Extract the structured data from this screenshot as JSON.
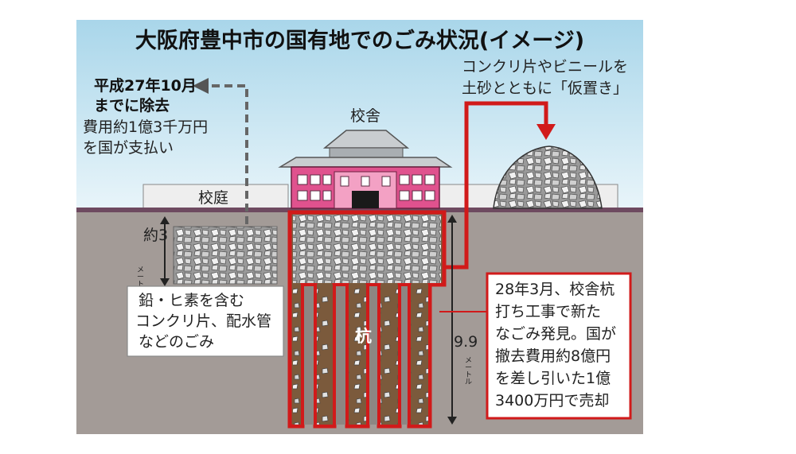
{
  "title": "大阪府豊中市の国有地でのごみ状況(イメージ)",
  "labels": {
    "removal_line1": "平成27年10月",
    "removal_line2": "までに除去",
    "removal_line3": "費用約1億3千万円",
    "removal_line4": "を国が支払い",
    "temp_line1": "コンクリ片やビニールを",
    "temp_line2": "土砂とともに「仮置き」",
    "school_building": "校舎",
    "schoolyard": "校庭",
    "depth_shallow": "約3",
    "depth_shallow_unit": "メートル",
    "depth_deep": "9.9",
    "depth_deep_unit": "メートル",
    "pile": "杭",
    "waste_line1": "鉛・ヒ素を含む",
    "waste_line2": "コンクリ片、配水管",
    "waste_line3": "などのごみ",
    "found_line1": "28年3月、校舎杭",
    "found_line2": "打ち工事で新た",
    "found_line3": "なごみ発見。国が",
    "found_line4": "撤去費用約8億円",
    "found_line5": "を差し引いた1億",
    "found_line6": "3400万円で売却"
  },
  "colors": {
    "sky": "#bfe0ee",
    "soil": "#a39b97",
    "ground_line": "#6e4a60",
    "building_pink": "#e0528e",
    "roof_gray": "#bfc3c6",
    "highlight_red": "#d11a1a",
    "pit_brown": "#7b5a3c",
    "rubble": "#d8d8d8"
  }
}
